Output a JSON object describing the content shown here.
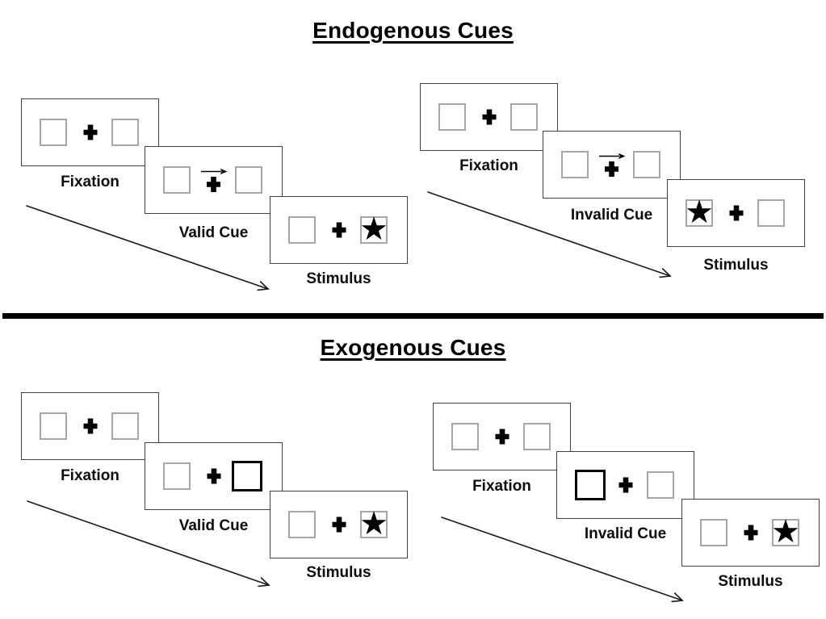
{
  "glyphs": {
    "star": "★"
  },
  "colors": {
    "ink": "#000000",
    "panel_border": "#404040",
    "box_border": "#a6a6a6",
    "background": "#ffffff"
  },
  "sections": [
    {
      "title": "Endogenous Cues",
      "groups": [
        {
          "type": "valid-cue-sequence",
          "panels": [
            {
              "label": "Fixation",
              "left_box": "empty",
              "center": "cross",
              "right_box": "empty"
            },
            {
              "label": "Valid Cue",
              "left_box": "empty",
              "center": "cross-with-right-arrow",
              "right_box": "empty"
            },
            {
              "label": "Stimulus",
              "left_box": "empty",
              "center": "cross",
              "right_box": "star"
            }
          ]
        },
        {
          "type": "invalid-cue-sequence",
          "panels": [
            {
              "label": "Fixation",
              "left_box": "empty",
              "center": "cross",
              "right_box": "empty"
            },
            {
              "label": "Invalid Cue",
              "left_box": "empty",
              "center": "cross-with-right-arrow",
              "right_box": "empty"
            },
            {
              "label": "Stimulus",
              "left_box": "star",
              "center": "cross",
              "right_box": "empty"
            }
          ]
        }
      ]
    },
    {
      "title": "Exogenous Cues",
      "groups": [
        {
          "type": "valid-cue-sequence",
          "panels": [
            {
              "label": "Fixation",
              "left_box": "empty",
              "center": "cross",
              "right_box": "empty"
            },
            {
              "label": "Valid Cue",
              "left_box": "empty",
              "center": "cross",
              "right_box": "bold-highlight"
            },
            {
              "label": "Stimulus",
              "left_box": "empty",
              "center": "cross",
              "right_box": "star"
            }
          ]
        },
        {
          "type": "invalid-cue-sequence",
          "panels": [
            {
              "label": "Fixation",
              "left_box": "empty",
              "center": "cross",
              "right_box": "empty"
            },
            {
              "label": "Invalid Cue",
              "left_box": "bold-highlight",
              "center": "cross",
              "right_box": "empty"
            },
            {
              "label": "Stimulus",
              "left_box": "empty",
              "center": "cross",
              "right_box": "star"
            }
          ]
        }
      ]
    }
  ]
}
